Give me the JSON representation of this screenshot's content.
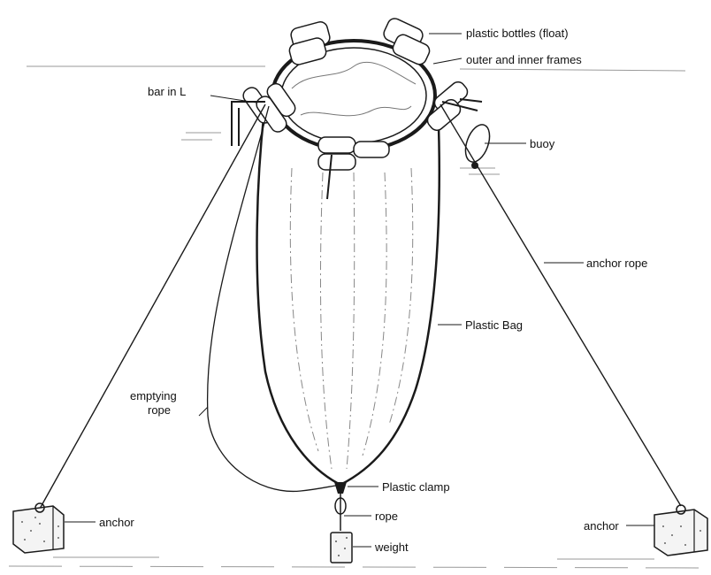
{
  "labels": {
    "plastic_bottles": "plastic bottles (float)",
    "frames": "outer and inner frames",
    "bar_in_l": "bar in L",
    "buoy": "buoy",
    "anchor_rope": "anchor rope",
    "plastic_bag": "Plastic Bag",
    "emptying_rope_1": "emptying",
    "emptying_rope_2": "rope",
    "plastic_clamp": "Plastic clamp",
    "rope": "rope",
    "weight": "weight",
    "anchor_left": "anchor",
    "anchor_right": "anchor"
  },
  "colors": {
    "ink": "#1a1a1a",
    "water": "#9a9a9a",
    "background": "#ffffff"
  }
}
